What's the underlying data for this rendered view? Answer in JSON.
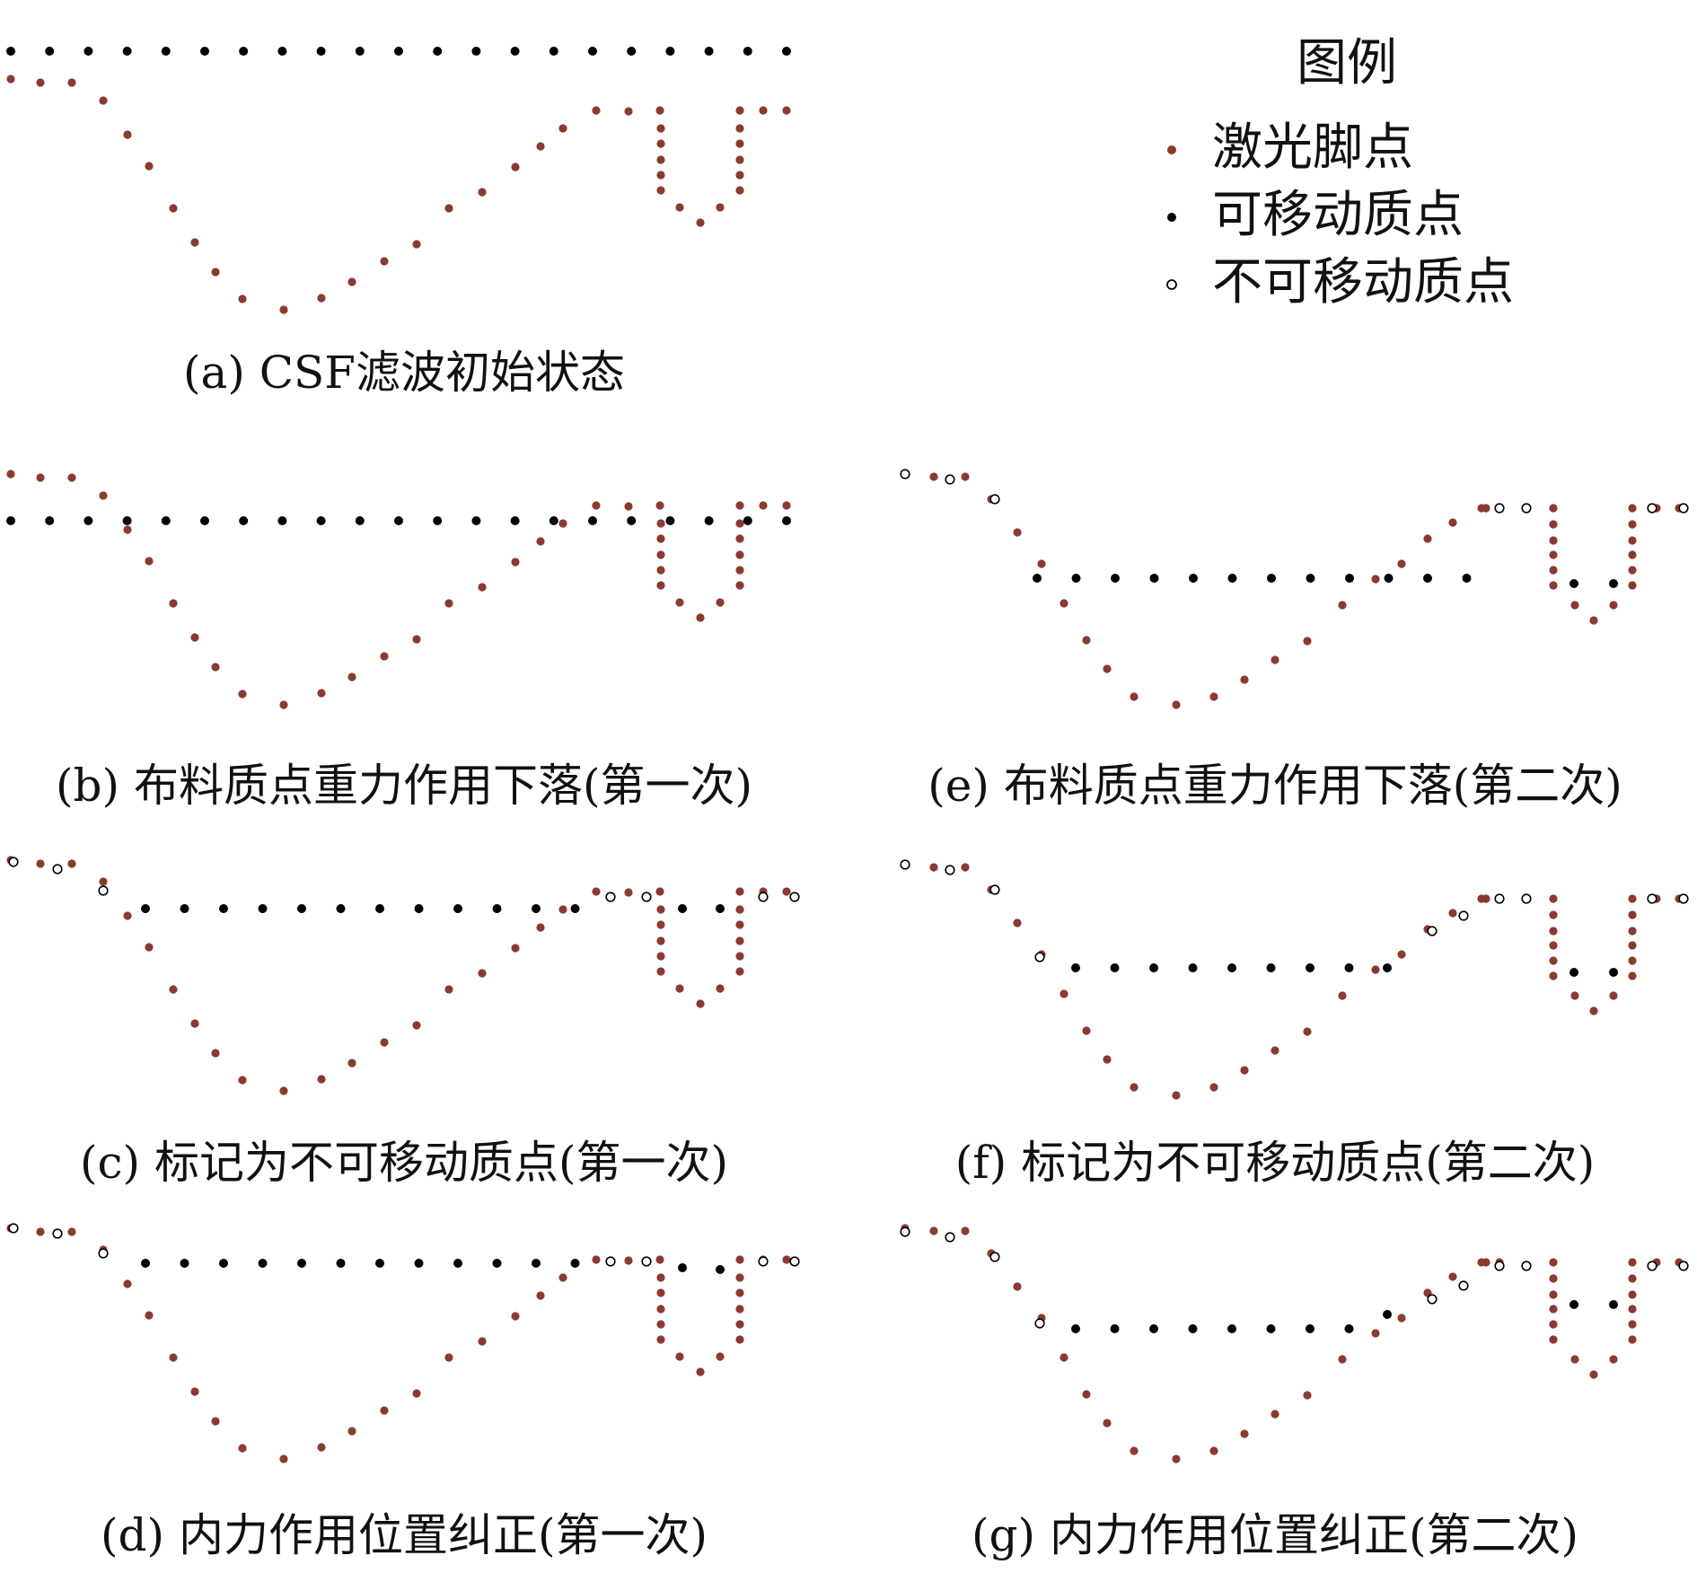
{
  "legend": {
    "title": "图例",
    "items": [
      {
        "label": "激光脚点",
        "type": "laser"
      },
      {
        "label": "可移动质点",
        "type": "movable"
      },
      {
        "label": "不可移动质点",
        "type": "fixed"
      }
    ]
  },
  "colors": {
    "laser": "#8B3A2E",
    "movable": "#000000",
    "fixed_stroke": "#000000",
    "fixed_fill": "#ffffff"
  },
  "captions": {
    "a": "(a) CSF滤波初始状态",
    "b": "(b) 布料质点重力作用下落(第一次)",
    "c": "(c) 标记为不可移动质点(第一次)",
    "d": "(d) 内力作用位置纠正(第一次)",
    "e": "(e) 布料质点重力作用下落(第二次)",
    "f": "(f) 标记为不可移动质点(第二次)",
    "g": "(g) 内力作用位置纠正(第二次)"
  }
}
